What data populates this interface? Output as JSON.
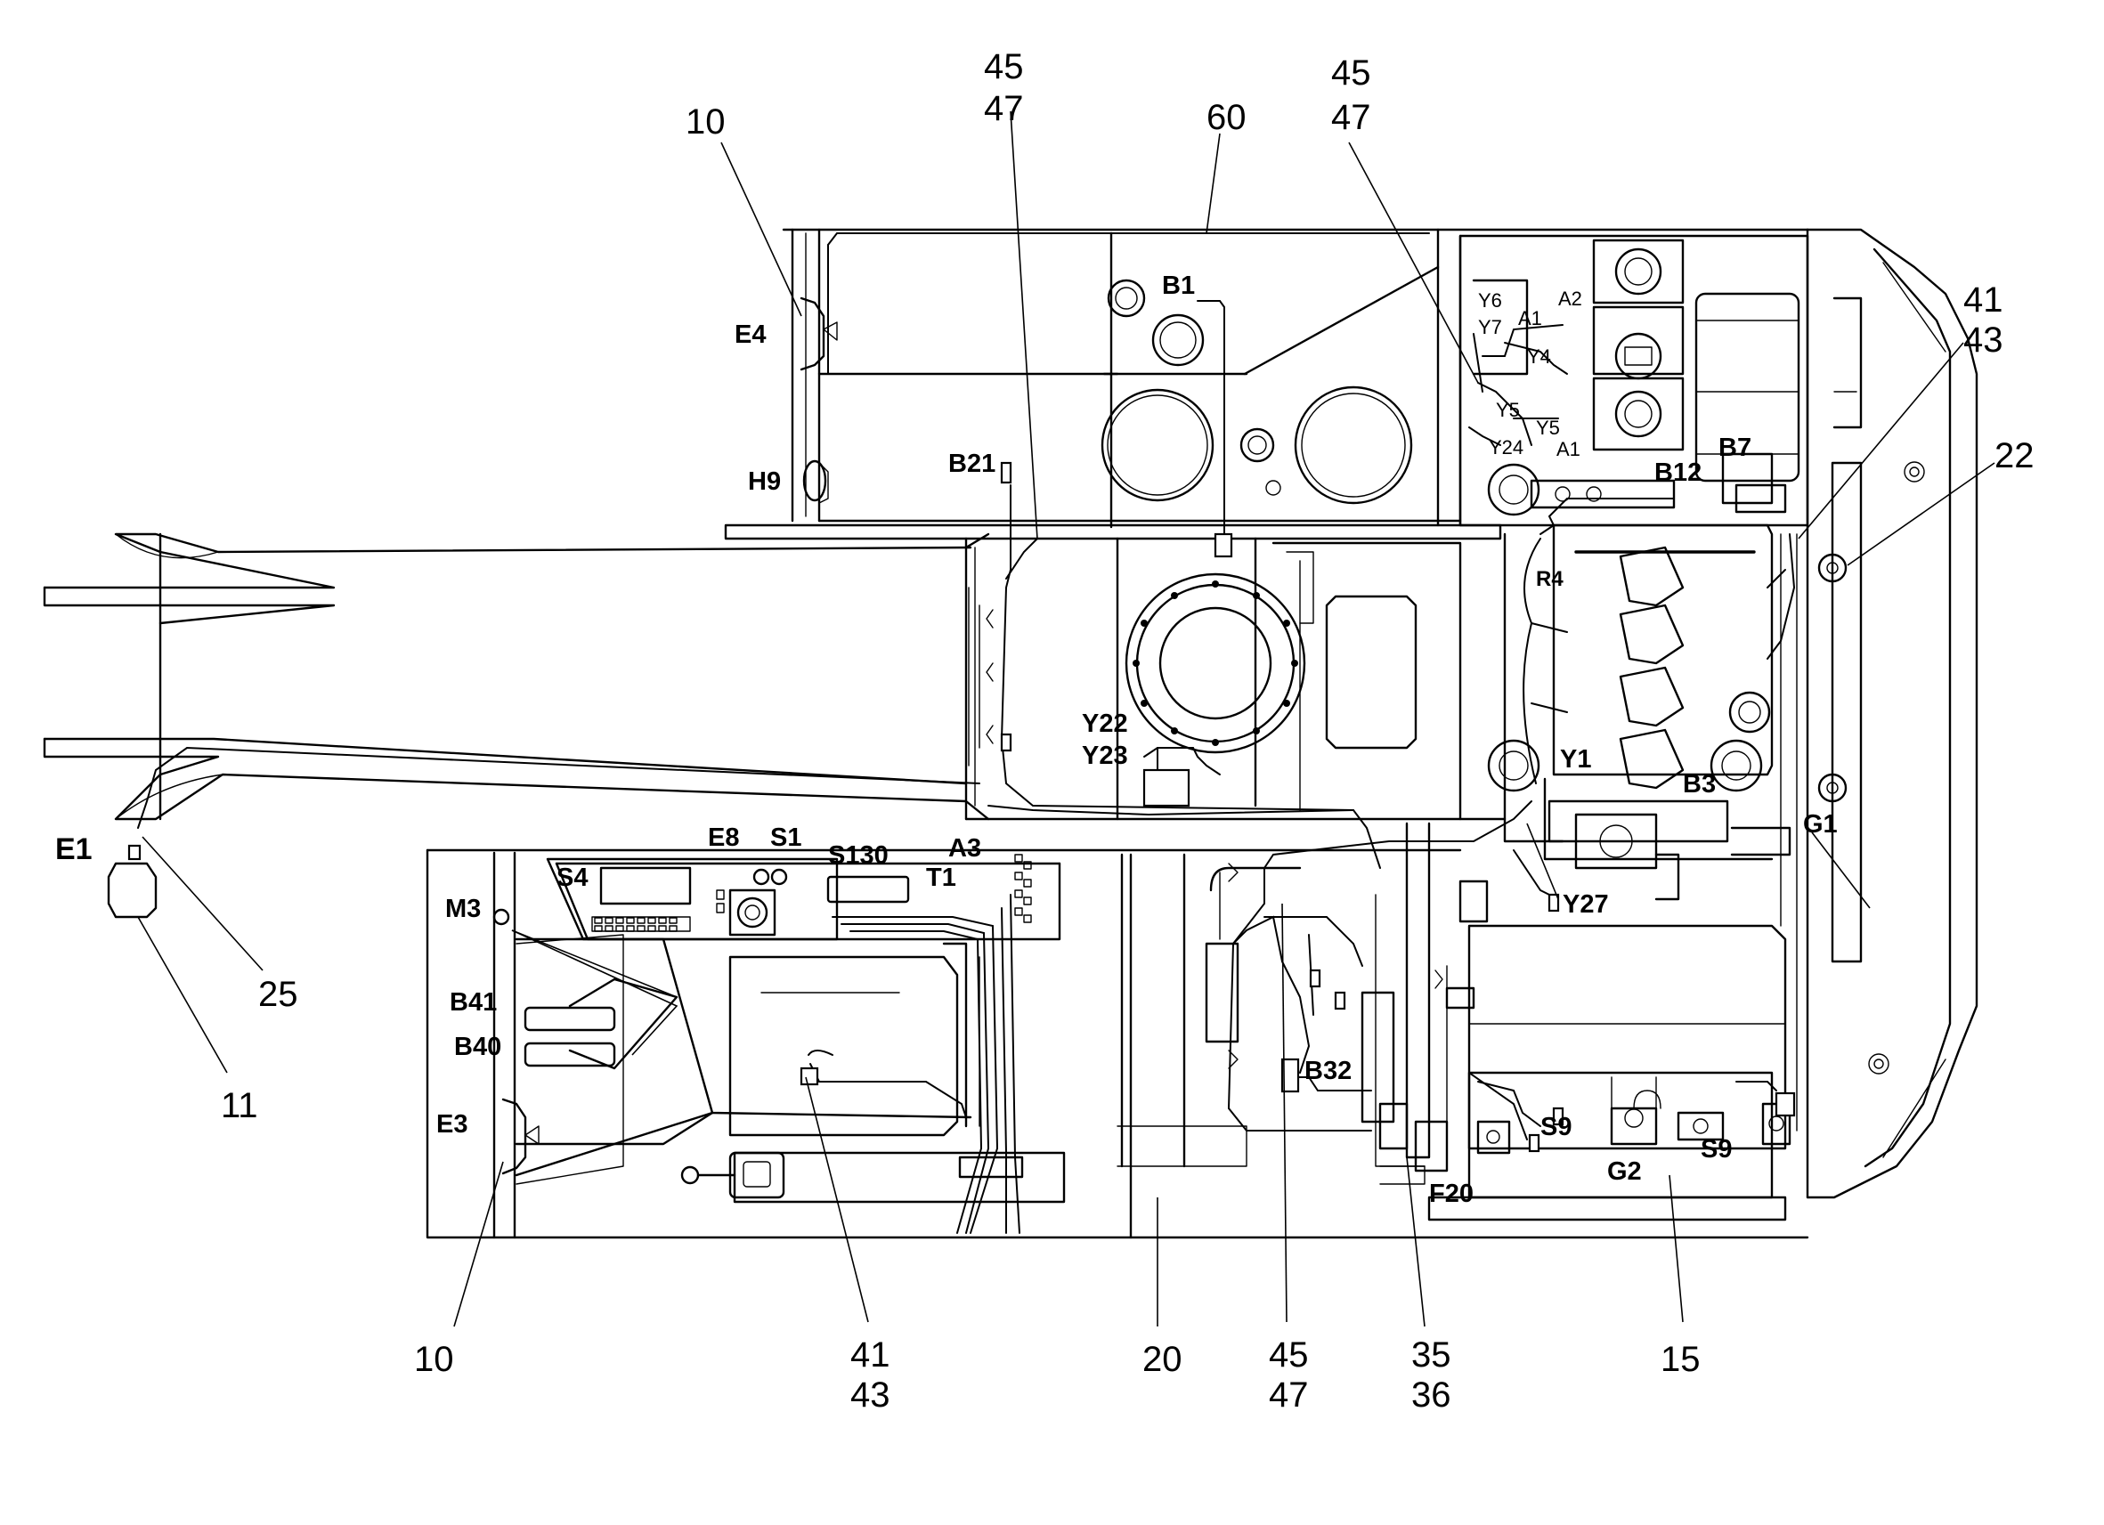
{
  "callouts": {
    "top_10": "10",
    "top_45_left": "45",
    "top_47_left": "47",
    "top_60": "60",
    "top_45_right": "45",
    "top_47_right": "47",
    "right_41": "41",
    "right_43": "43",
    "right_22": "22",
    "left_25": "25",
    "left_11": "11",
    "bottom_10": "10",
    "bottom_41": "41",
    "bottom_43": "43",
    "bottom_20": "20",
    "bottom_45": "45",
    "bottom_47": "47",
    "bottom_35": "35",
    "bottom_36": "36",
    "bottom_15": "15"
  },
  "components": {
    "E4": "E4",
    "H9": "H9",
    "B1": "B1",
    "B21": "B21",
    "Y22": "Y22",
    "Y23": "Y23",
    "E1": "E1",
    "E8": "E8",
    "S1": "S1",
    "S130": "S130",
    "A3": "A3",
    "T1": "T1",
    "S4": "S4",
    "M3": "M3",
    "B41": "B41",
    "B40": "B40",
    "E3": "E3",
    "B32": "B32",
    "F20": "F20",
    "G2": "G2",
    "S9_left": "S9",
    "S9_right": "S9",
    "Y27": "Y27",
    "G1": "G1",
    "B3": "B3",
    "Y1": "Y1",
    "R4": "R4",
    "B12": "B12",
    "B7": "B7",
    "A1_top": "A1",
    "A1_bottom": "A1",
    "A2": "A2",
    "Y6": "Y6",
    "Y7": "Y7",
    "Y4": "Y4",
    "Y5_a": "Y5",
    "Y5_b": "Y5",
    "Y24": "Y24"
  }
}
